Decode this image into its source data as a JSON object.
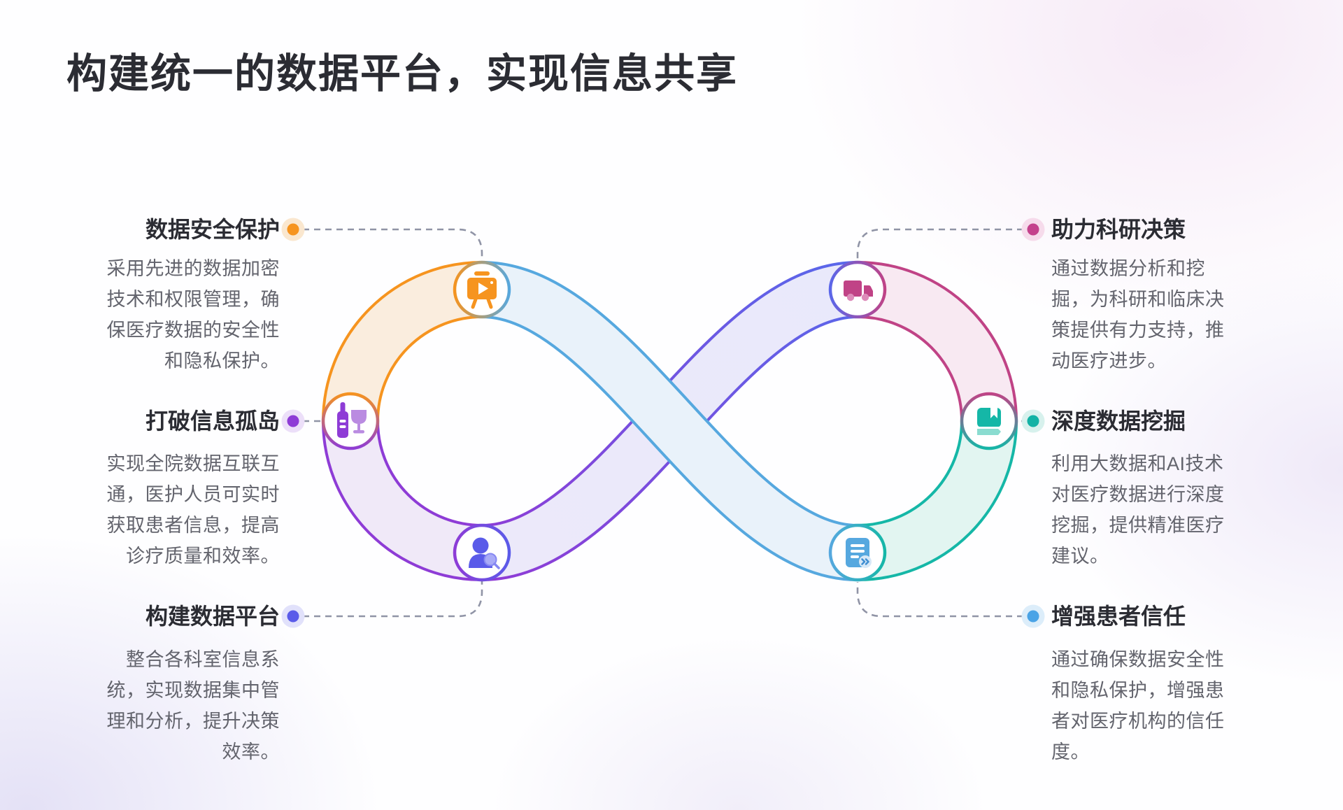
{
  "page": {
    "title": "构建统一的数据平台，实现信息共享"
  },
  "items": {
    "left": [
      {
        "title": "数据安全保护",
        "body": "采用先进的数据加密\n技术和权限管理，确\n保医疗数据的安全性\n和隐私保护。",
        "icon": "presentation-play-icon",
        "accent": "#F6941F",
        "halo": "#FAE7CF"
      },
      {
        "title": "打破信息孤岛",
        "body": "实现全院数据互联互\n通，医护人员可实时\n获取患者信息，提高\n诊疗质量和效率。",
        "icon": "wine-bottle-glass-icon",
        "accent": "#8E3CD6",
        "halo": "#ECDFF9"
      },
      {
        "title": "构建数据平台",
        "body": "整合各科室信息系\n统，实现数据集中管\n理和分析，提升决策\n效率。",
        "icon": "person-search-icon",
        "accent": "#5A5BE9",
        "halo": "#E1E1FB"
      }
    ],
    "right": [
      {
        "title": "助力科研决策",
        "body": "通过数据分析和挖\n掘，为科研和临床决\n策提供有力支持，推\n动医疗进步。",
        "icon": "delivery-truck-icon",
        "accent": "#C4418C",
        "halo": "#F6DBEB"
      },
      {
        "title": "深度数据挖掘",
        "body": "利用大数据和AI技术\n对医疗数据进行深度\n挖掘，提供精准医疗\n建议。",
        "icon": "book-icon",
        "accent": "#13B2A5",
        "halo": "#D7F1ED"
      },
      {
        "title": "增强患者信任",
        "body": "通过确保数据安全性\n和隐私保护，增强患\n者对医疗机构的信任\n度。",
        "icon": "document-share-icon",
        "accent": "#4AA3E6",
        "halo": "#DCEDFA"
      }
    ]
  },
  "palette": {
    "orange": "#F6941F",
    "purple": "#8E3CD6",
    "indigo": "#5A5BE9",
    "royal": "#5A67EA",
    "magenta": "#C04386",
    "teal": "#15B7A7",
    "blue": "#56A8DF",
    "fill_orange": "#FAEDDE",
    "fill_purple": "#F0E9F8",
    "fill_indigo": "#ECE9FA",
    "fill_indigo2": "#E9E9FB",
    "fill_magenta": "#F8E9F2",
    "fill_teal": "#E2F5F1",
    "fill_blue": "#E9F2FA",
    "connector": "#9094A6",
    "title_text": "#2B2C33",
    "body_text": "#63646D",
    "icon_white": "#FFFFFF",
    "wine_glass": "#BA8BE1",
    "magnifier": "#A9ABF7",
    "magnifier_rim": "#8688F2",
    "truck_wheel": "#DD8BB9",
    "book_pages": "#8ADCD0",
    "doc_badge": "#D6E8F7",
    "doc_chevron": "#3F8FD2"
  }
}
